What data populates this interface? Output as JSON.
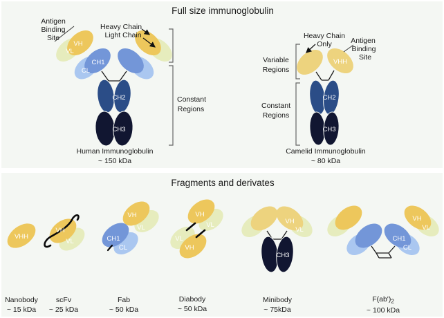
{
  "colors": {
    "panel_bg": "#F4F7F3",
    "gold": "#EDC75C",
    "pale_gold": "#EDD37E",
    "pale_green": "#E6ECBD",
    "ch1_blue": "#7396D8",
    "cl_blue": "#AAC7F0",
    "ch2_blue": "#2B4D87",
    "ch3_navy": "#111631",
    "ink": "#1A1A1A"
  },
  "panels": {
    "top": {
      "title": "Full size immunoglobulin",
      "human": {
        "caption": "Human Immunoglobulin",
        "mass": "~ 150 kDa",
        "vh": "VH",
        "vl": "VL",
        "ch1": "CH1",
        "cl": "CL",
        "ch2": "CH2",
        "ch3": "CH3",
        "ann_antigen1": "Antigen",
        "ann_antigen2": "Binding",
        "ann_antigen3": "Site",
        "ann_heavy": "Heavy Chain",
        "ann_light": "Light Chain",
        "ann_const1": "Constant",
        "ann_const2": "Regions"
      },
      "camelid": {
        "caption": "Camelid Immunoglobulin",
        "mass": "~ 80 kDa",
        "vhh": "VHH",
        "ch2": "CH2",
        "ch3": "CH3",
        "ann_heavy1": "Heavy Chain",
        "ann_heavy2": "Only",
        "ann_antigen1": "Antigen",
        "ann_antigen2": "Binding",
        "ann_antigen3": "Site",
        "ann_var1": "Variable",
        "ann_var2": "Regions",
        "ann_const1": "Constant",
        "ann_const2": "Regions"
      }
    },
    "bottom": {
      "title": "Fragments and derivates",
      "nanobody": {
        "name": "Nanobody",
        "mass": "~ 15 kDa",
        "vhh": "VHH"
      },
      "scfv": {
        "name": "scFv",
        "mass": "~ 25 kDa",
        "vh": "VH",
        "vl": "VL"
      },
      "fab": {
        "name": "Fab",
        "mass": "~ 50 kDa",
        "vh": "VH",
        "vl": "VL",
        "ch1": "CH1",
        "cl": "CL"
      },
      "diabody": {
        "name": "Diabody",
        "mass": "~ 50 kDa",
        "vh_top": "VH",
        "vl_top": "VL",
        "vl_bottom": "VL",
        "vh_bottom": "VH"
      },
      "minibody": {
        "name": "Minibody",
        "mass": "~ 75kDa",
        "vh": "VH",
        "vl": "VL",
        "ch3": "CH3"
      },
      "fab2": {
        "name": "F(ab')",
        "name_sub": "2",
        "mass": "~ 100 kDa",
        "vh": "VH",
        "vl": "VL",
        "ch1": "CH1",
        "cl": "CL"
      }
    }
  }
}
